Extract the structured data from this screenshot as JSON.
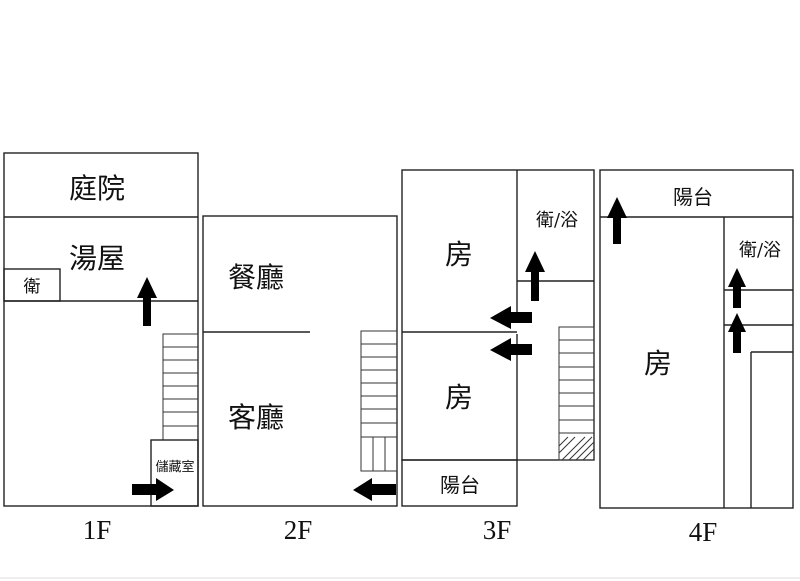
{
  "floors": [
    {
      "label": "1F",
      "rooms": {
        "courtyard": "庭院",
        "bathhouse": "湯屋",
        "toilet": "衛",
        "storage": "儲藏室"
      }
    },
    {
      "label": "2F",
      "rooms": {
        "dining": "餐廳",
        "living": "客廳"
      }
    },
    {
      "label": "3F",
      "rooms": {
        "room_a": "房",
        "room_b": "房",
        "bath": "衛/浴",
        "balcony": "陽台"
      }
    },
    {
      "label": "4F",
      "rooms": {
        "balcony": "陽台",
        "bath": "衛/浴",
        "room": "房"
      }
    }
  ],
  "colors": {
    "wall": "#222222",
    "arrow": "#000000",
    "background": "#ffffff"
  },
  "icons": {
    "arrow": "door-arrow-icon",
    "stairs": "stairs-icon"
  }
}
